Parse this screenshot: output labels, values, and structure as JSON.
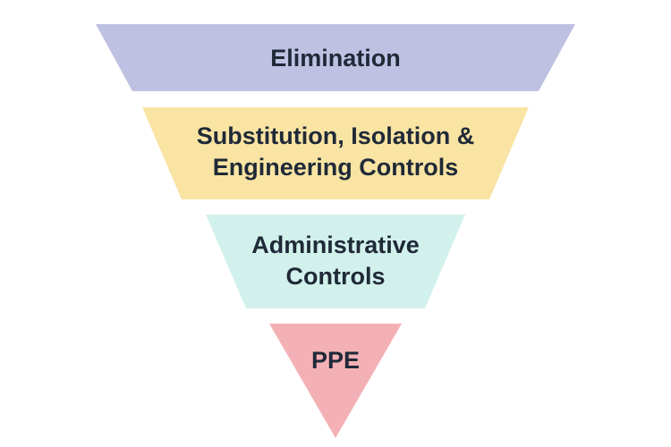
{
  "diagram": {
    "tiers": [
      {
        "lines": [
          "Elimination"
        ],
        "color": "#bfc1e3"
      },
      {
        "lines": [
          "Substitution, Isolation &",
          "Engineering Controls"
        ],
        "color": "#f9e4a3"
      },
      {
        "lines": [
          "Administrative",
          "Controls"
        ],
        "color": "#d2f1ec"
      },
      {
        "lines": [
          "PPE"
        ],
        "color": "#f4b1b5"
      }
    ]
  }
}
